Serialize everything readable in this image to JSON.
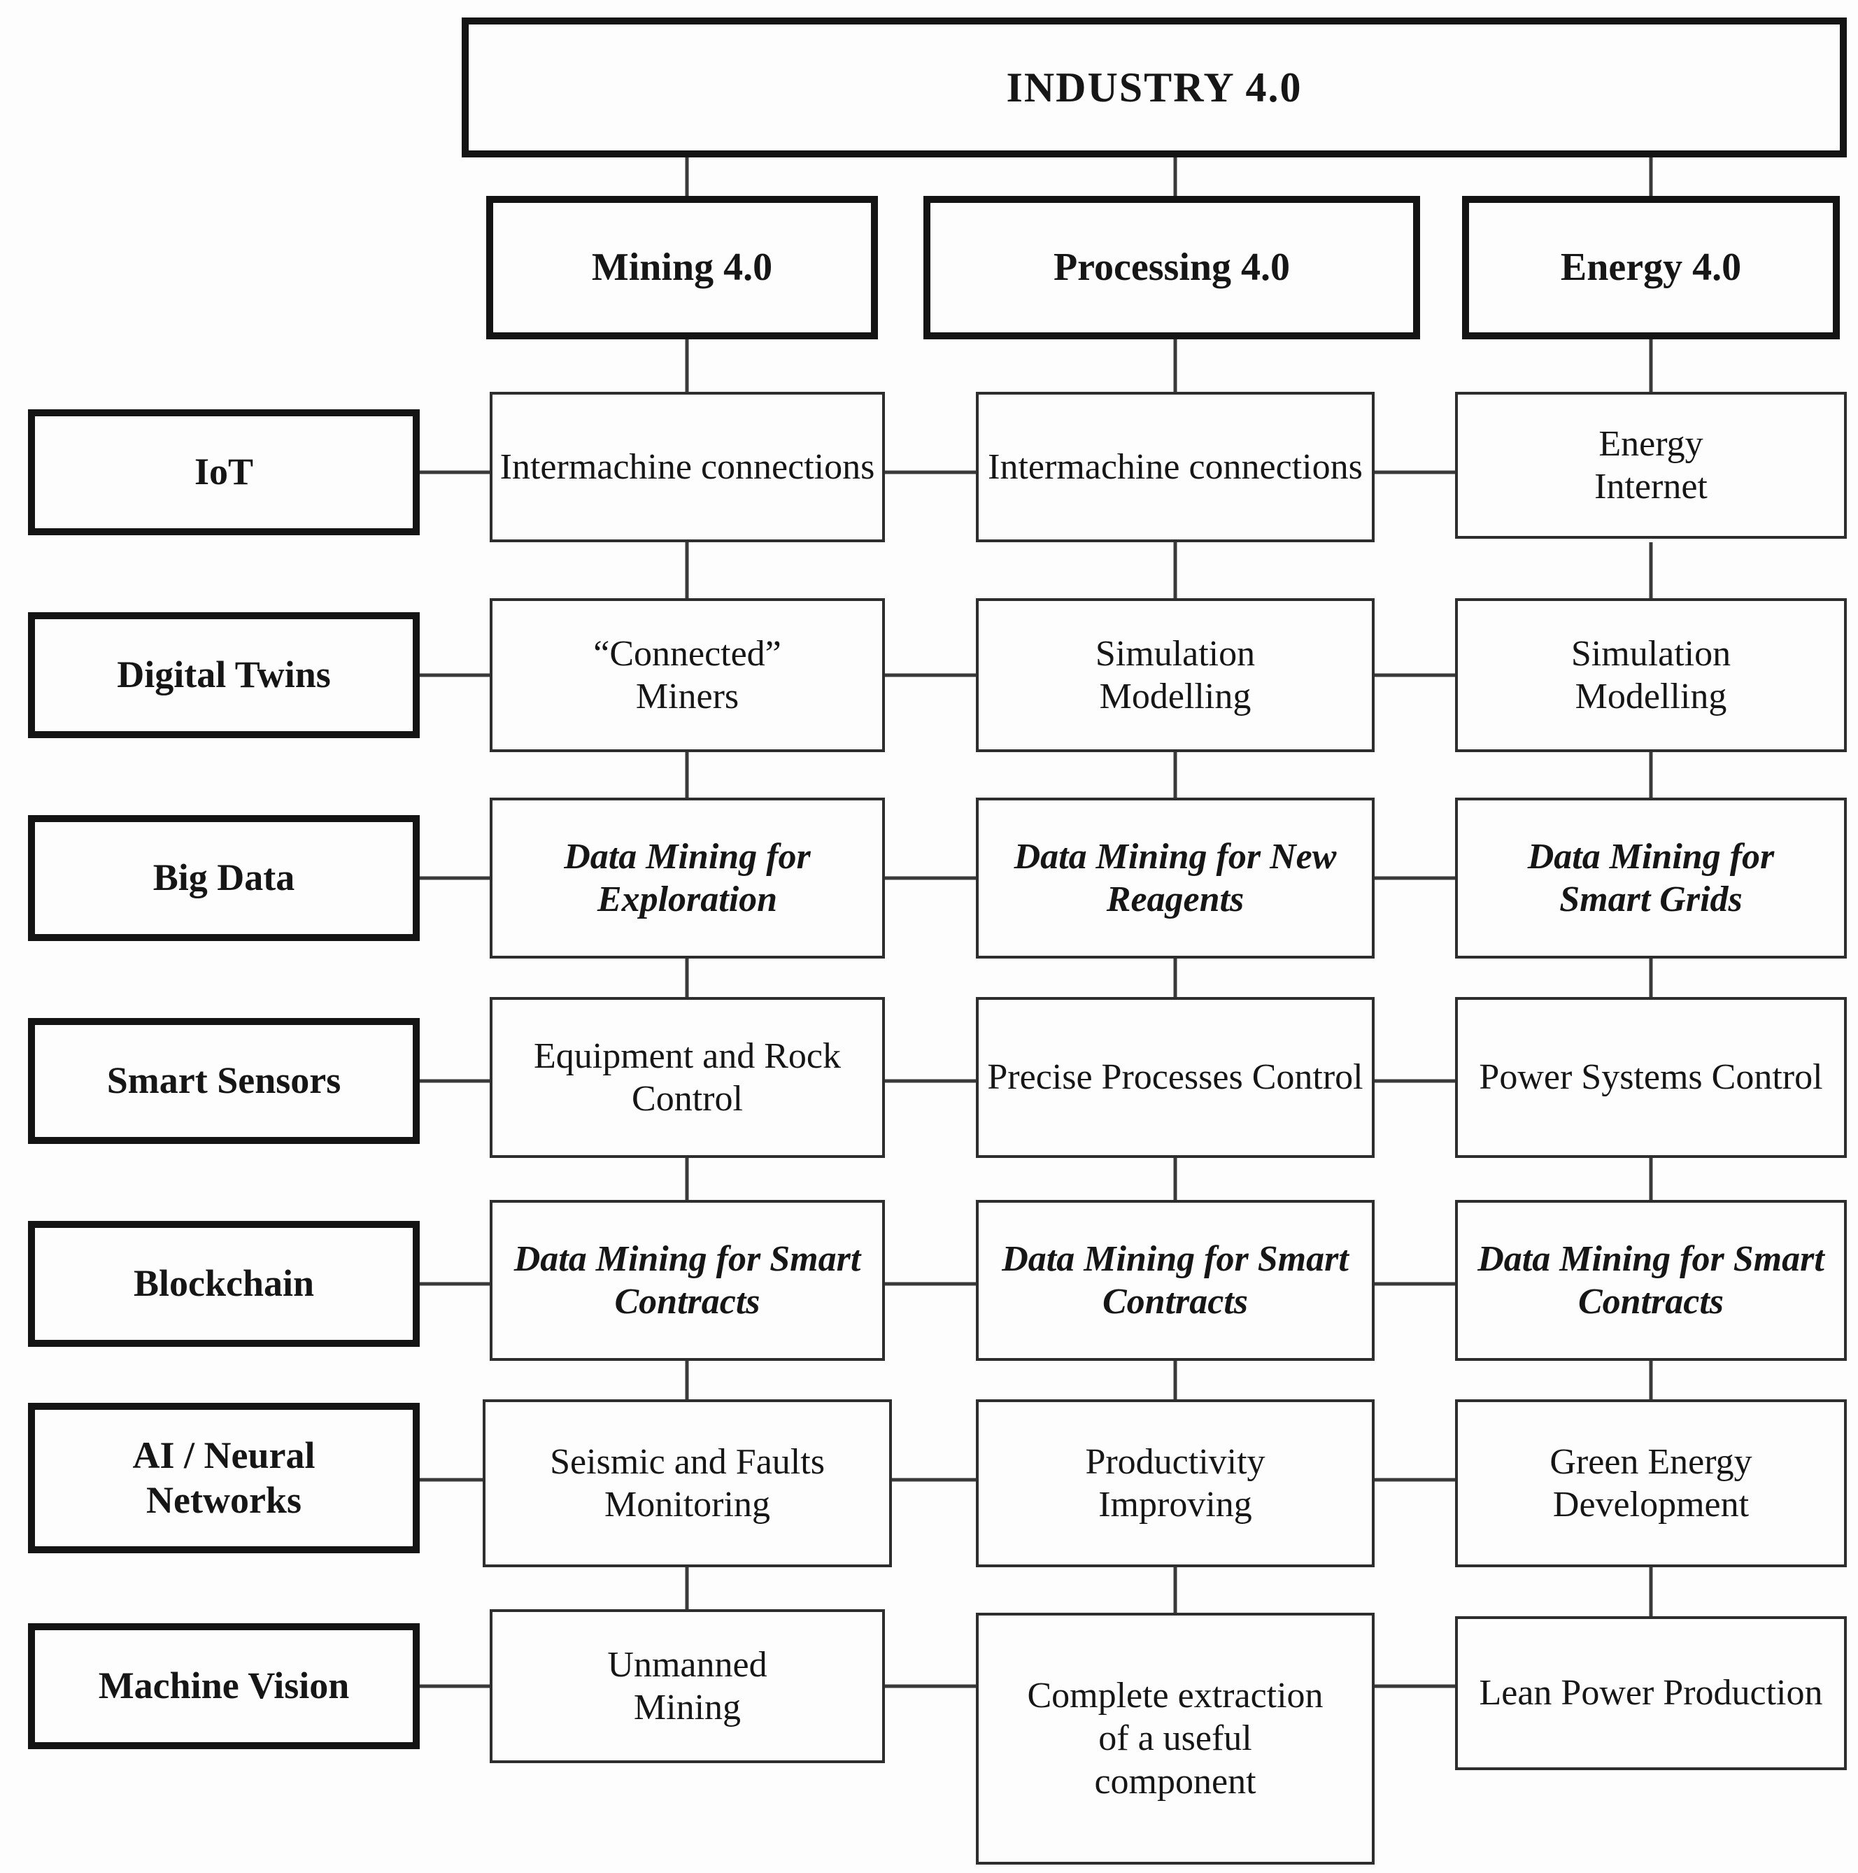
{
  "title": "INDUSTRY 4.0",
  "branches": [
    {
      "label": "Mining 4.0"
    },
    {
      "label": "Processing 4.0"
    },
    {
      "label": "Energy 4.0"
    }
  ],
  "rows": [
    {
      "label": "IoT",
      "cells": [
        {
          "text": "Intermachine connections",
          "emphasis": false
        },
        {
          "text": "Intermachine connections",
          "emphasis": false
        },
        {
          "text": "Energy Internet",
          "emphasis": false
        }
      ]
    },
    {
      "label": "Digital Twins",
      "cells": [
        {
          "text": "“Connected” Miners",
          "emphasis": false
        },
        {
          "text": "Simulation Modelling",
          "emphasis": false
        },
        {
          "text": "Simulation Modelling",
          "emphasis": false
        }
      ]
    },
    {
      "label": "Big Data",
      "cells": [
        {
          "text": "Data Mining for Exploration",
          "emphasis": true
        },
        {
          "text": "Data Mining for New Reagents",
          "emphasis": true
        },
        {
          "text": "Data Mining for Smart Grids",
          "emphasis": true
        }
      ]
    },
    {
      "label": "Smart Sensors",
      "cells": [
        {
          "text": "Equipment and Rock Control",
          "emphasis": false
        },
        {
          "text": "Precise Processes Control",
          "emphasis": false
        },
        {
          "text": "Power Systems Control",
          "emphasis": false
        }
      ]
    },
    {
      "label": "Blockchain",
      "cells": [
        {
          "text": "Data Mining for Smart Contracts",
          "emphasis": true
        },
        {
          "text": "Data Mining for Smart Contracts",
          "emphasis": true
        },
        {
          "text": "Data Mining for Smart Contracts",
          "emphasis": true
        }
      ]
    },
    {
      "label": "AI / Neural Networks",
      "cells": [
        {
          "text": "Seismic and Faults Monitoring",
          "emphasis": false
        },
        {
          "text": "Productivity Improving",
          "emphasis": false
        },
        {
          "text": "Green Energy Development",
          "emphasis": false
        }
      ]
    },
    {
      "label": "Machine Vision",
      "cells": [
        {
          "text": "Unmanned Mining",
          "emphasis": false
        },
        {
          "text": "Complete extraction of a useful component",
          "emphasis": false
        },
        {
          "text": "Lean Power Production",
          "emphasis": false
        }
      ]
    }
  ],
  "colors": {
    "border_strong": "#141414",
    "border_light": "#2e2e2e",
    "connector": "#3a3a3a",
    "text": "#161616",
    "background": "#fdfdfd"
  }
}
